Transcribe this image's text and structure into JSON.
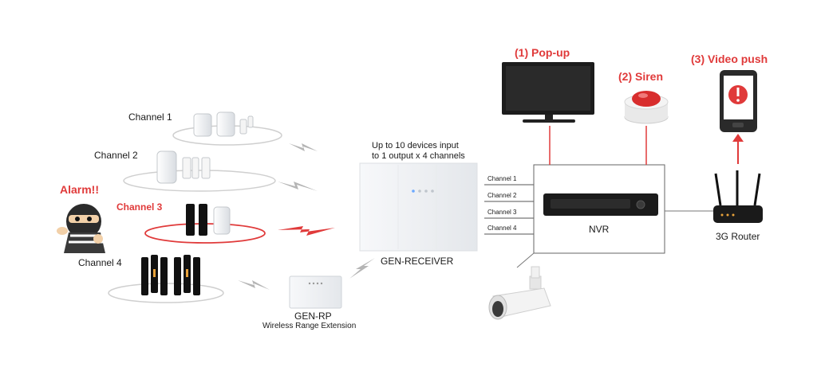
{
  "channels": [
    {
      "label": "Channel 1"
    },
    {
      "label": "Channel 2"
    },
    {
      "label": "Channel 3",
      "alarm": true
    },
    {
      "label": "Channel 4"
    }
  ],
  "alarm_label": "Alarm!!",
  "receiver": {
    "caption_line1": "Up to 10 devices input",
    "caption_line2": "to 1 output x 4 channels",
    "name": "GEN-RECEIVER"
  },
  "repeater": {
    "name": "GEN-RP",
    "description": "Wireless Range Extension"
  },
  "nvr": {
    "name": "NVR",
    "inputs": [
      "Channel 1",
      "Channel 2",
      "Channel 3",
      "Channel 4"
    ]
  },
  "outputs": {
    "popup": "(1) Pop-up",
    "siren": "(2) Siren",
    "video_push": "(3) Video push"
  },
  "router": {
    "name": "3G Router"
  },
  "colors": {
    "alarm_red": "#e03a3a",
    "signal_grey": "#b5b5b5",
    "line_red": "#e03a3a"
  }
}
